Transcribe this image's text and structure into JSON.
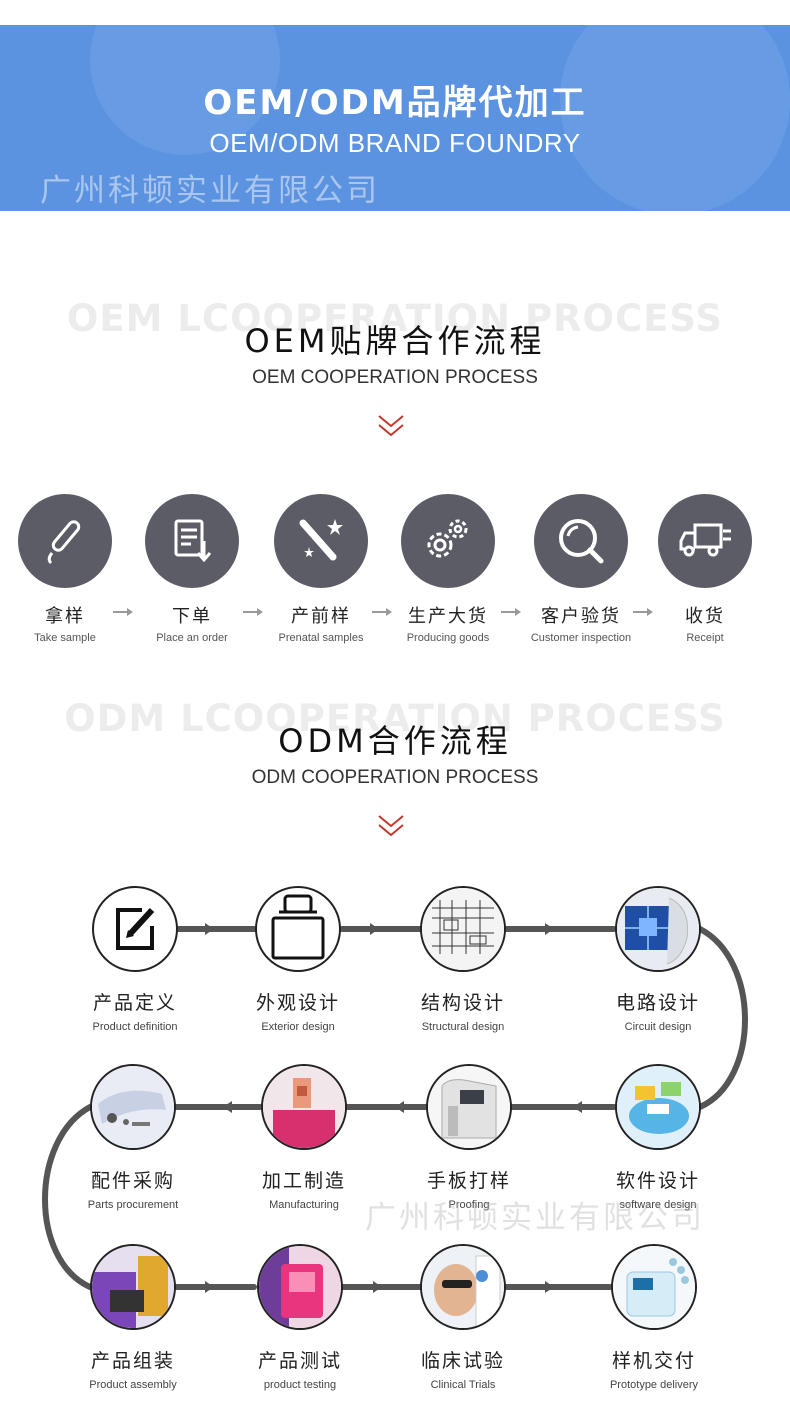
{
  "banner": {
    "title": "OEM/ODM品牌代加工",
    "subtitle": "OEM/ODM BRAND FOUNDRY",
    "watermark": "广州科顿实业有限公司",
    "color": "#5b93e1"
  },
  "oem": {
    "bg_text": "OEM LCOOPERATION PROCESS",
    "title": "OEM贴牌合作流程",
    "subtitle": "OEM COOPERATION PROCESS",
    "steps": [
      {
        "icon": "pen-icon",
        "label": "拿样",
        "en": "Take sample"
      },
      {
        "icon": "document-download-icon",
        "label": "下单",
        "en": "Place an order"
      },
      {
        "icon": "magic-wand-icon",
        "label": "产前样",
        "en": "Prenatal samples"
      },
      {
        "icon": "gears-icon",
        "label": "生产大货",
        "en": "Producing goods"
      },
      {
        "icon": "magnifier-icon",
        "label": "客户验货",
        "en": "Customer inspection"
      },
      {
        "icon": "truck-icon",
        "label": "收货",
        "en": "Receipt"
      }
    ]
  },
  "odm": {
    "bg_text": "ODM LCOOPERATION PROCESS",
    "title": "ODM合作流程",
    "subtitle": "ODM COOPERATION PROCESS",
    "steps": [
      {
        "icon": "edit-icon",
        "label": "产品定义",
        "en": "Product definition"
      },
      {
        "icon": "device-outline-icon",
        "label": "外观设计",
        "en": "Exterior design"
      },
      {
        "icon": "blueprint-image",
        "label": "结构设计",
        "en": "Structural design"
      },
      {
        "icon": "circuit-image",
        "label": "电路设计",
        "en": "Circuit design"
      },
      {
        "icon": "parts-image",
        "label": "配件采购",
        "en": "Parts procurement"
      },
      {
        "icon": "manufacturing-image",
        "label": "加工制造",
        "en": "Manufacturing"
      },
      {
        "icon": "proofing-image",
        "label": "手板打样",
        "en": "Proofing"
      },
      {
        "icon": "software-image",
        "label": "软件设计",
        "en": "software design"
      },
      {
        "icon": "assembly-image",
        "label": "产品组装",
        "en": "Product assembly"
      },
      {
        "icon": "testing-image",
        "label": "产品测试",
        "en": "product testing"
      },
      {
        "icon": "clinical-image",
        "label": "临床试验",
        "en": "Clinical Trials"
      },
      {
        "icon": "prototype-image",
        "label": "样机交付",
        "en": "Prototype delivery"
      }
    ]
  },
  "watermark_bottom": "广州科顿实业有限公司",
  "accent": "#c0392b",
  "circle_color": "#5c5c66"
}
